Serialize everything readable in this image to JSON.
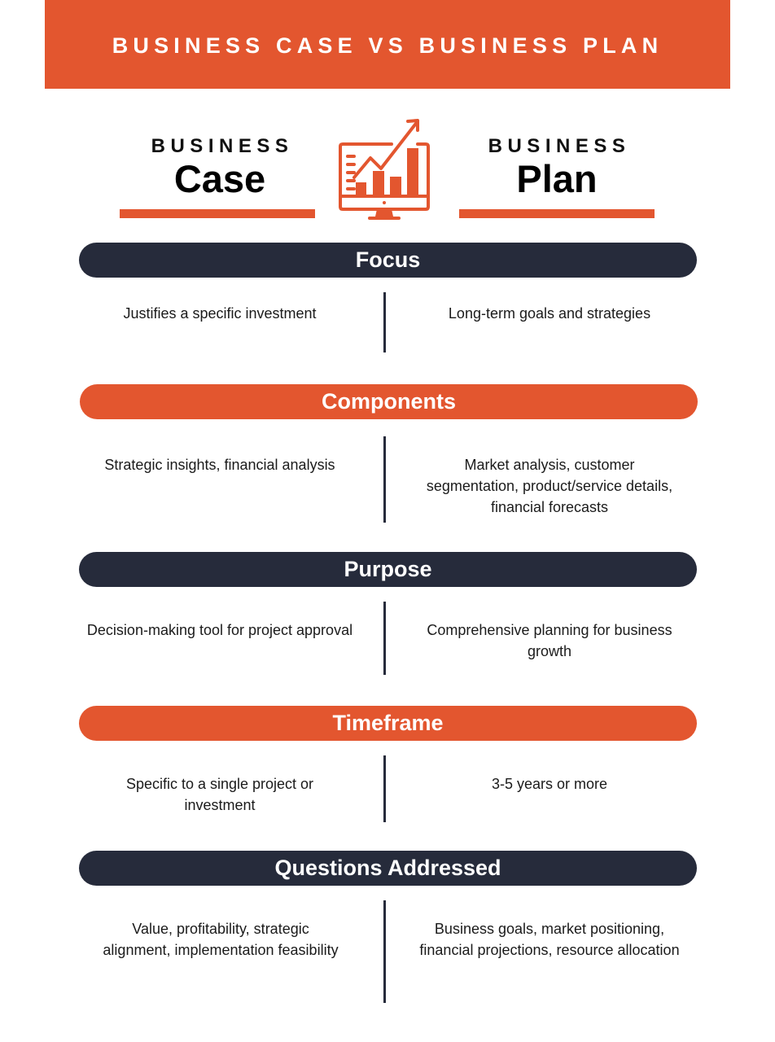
{
  "banner": {
    "title": "BUSINESS CASE VS BUSINESS PLAN"
  },
  "colors": {
    "accent": "#e3562f",
    "dark": "#262b3b",
    "text": "#1b1b1b",
    "background": "#ffffff"
  },
  "header": {
    "left": {
      "small": "BUSINESS",
      "big": "Case"
    },
    "right": {
      "small": "BUSINESS",
      "big": "Plan"
    },
    "icon": "monitor-growth-chart-icon"
  },
  "sections": [
    {
      "title": "Focus",
      "style": "dark",
      "left": "Justifies a specific investment",
      "right": "Long-term goals and strategies"
    },
    {
      "title": "Components",
      "style": "orange",
      "left": "Strategic insights, financial analysis",
      "right": "Market analysis, customer segmentation, product/service details, financial forecasts"
    },
    {
      "title": "Purpose",
      "style": "dark",
      "left": "Decision-making tool for project approval",
      "right": "Comprehensive planning for business growth"
    },
    {
      "title": "Timeframe",
      "style": "orange",
      "left": "Specific to a single project or investment",
      "right": "3-5 years or more"
    },
    {
      "title": "Questions Addressed",
      "style": "dark",
      "left": "Value, profitability, strategic alignment, implementation feasibility",
      "right": "Business goals, market positioning, financial projections, resource allocation"
    }
  ]
}
